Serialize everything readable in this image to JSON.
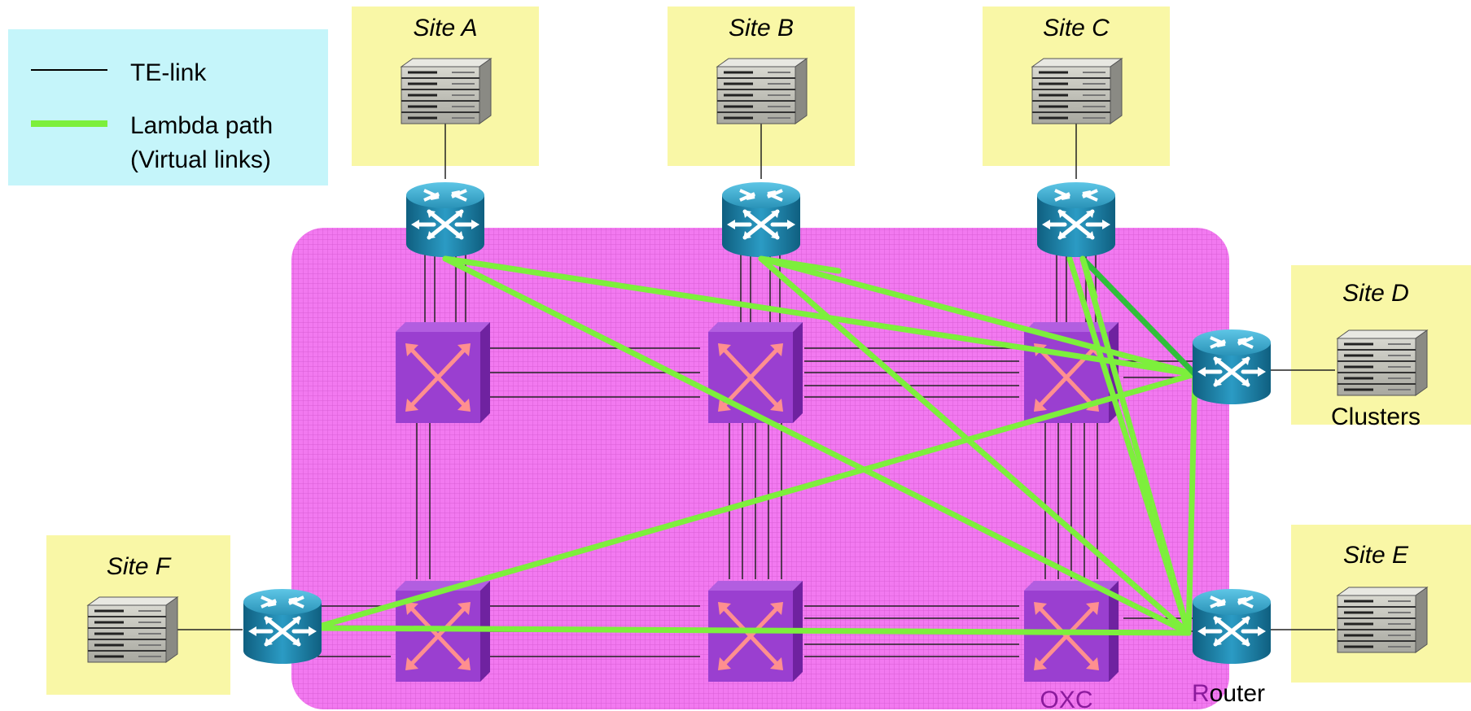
{
  "legend": {
    "te_link_label": "TE-link",
    "lambda_label_line1": "Lambda path",
    "lambda_label_line2": "(Virtual links)"
  },
  "sites": {
    "a": {
      "title": "Site A"
    },
    "b": {
      "title": "Site B"
    },
    "c": {
      "title": "Site C"
    },
    "d": {
      "title": "Site D",
      "caption": "Clusters"
    },
    "e": {
      "title": "Site E"
    },
    "f": {
      "title": "Site F"
    }
  },
  "labels": {
    "oxc_prefix": "OXC",
    "router_first": "R",
    "router_rest": "outer"
  },
  "colors": {
    "site_box": "#f9f7a6",
    "legend_box": "#c5f5fa",
    "network_fill": "#f472f4",
    "lambda": "#7def3c",
    "te_link": "#000000",
    "router_body": "#1d7fa3",
    "router_top": "#3ba4c8",
    "oxc_face": "#9a3fd0",
    "oxc_arrow": "#ff8a8a"
  },
  "icons": {
    "router": "router-icon",
    "oxc": "optical-cross-connect-icon",
    "server": "server-stack-icon"
  }
}
